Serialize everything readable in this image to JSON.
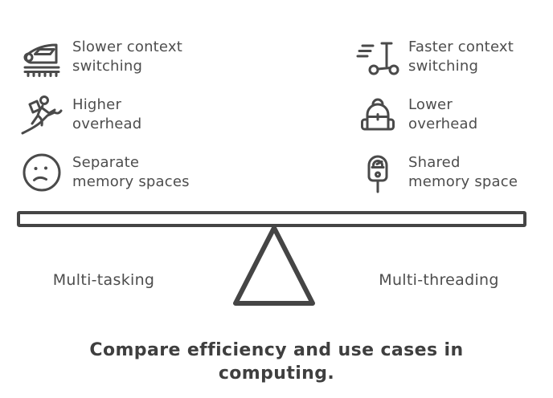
{
  "colors": {
    "ink": "#4a4a4a",
    "caption_text": "#3f3f3f",
    "beam_stroke": "#454545",
    "background": "#ffffff"
  },
  "columns": {
    "left": {
      "label": "Multi-tasking",
      "items": [
        {
          "icon": "train-icon",
          "line1": "Slower context",
          "line2": "switching"
        },
        {
          "icon": "hiker-icon",
          "line1": "Higher",
          "line2": "overhead"
        },
        {
          "icon": "sad-face-icon",
          "line1": "Separate",
          "line2": "memory spaces"
        }
      ]
    },
    "right": {
      "label": "Multi-threading",
      "items": [
        {
          "icon": "scooter-icon",
          "line1": "Faster context",
          "line2": "switching"
        },
        {
          "icon": "backpack-icon",
          "line1": "Lower",
          "line2": "overhead"
        },
        {
          "icon": "parking-meter-icon",
          "line1": "Shared",
          "line2": "memory space"
        }
      ]
    }
  },
  "caption": {
    "line1": "Compare efficiency and use cases in",
    "line2": "computing."
  }
}
